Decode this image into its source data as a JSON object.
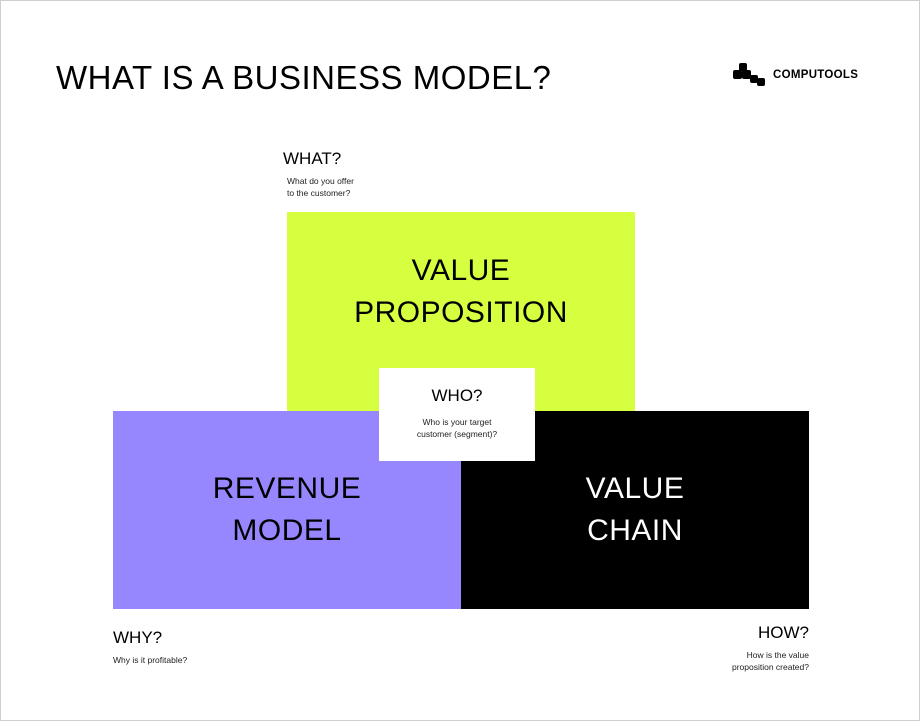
{
  "title": "WHAT IS A BUSINESS MODEL?",
  "logo": {
    "text": "COMPUTOOLS",
    "icon": "computools-logo-icon"
  },
  "colors": {
    "value_proposition": "#d5ff3f",
    "revenue_model": "#9687ff",
    "value_chain": "#000000"
  },
  "blocks": {
    "value_proposition": {
      "line1": "VALUE",
      "line2": "PROPOSITION"
    },
    "revenue_model": {
      "line1": "REVENUE",
      "line2": "MODEL"
    },
    "value_chain": {
      "line1": "VALUE",
      "line2": "CHAIN"
    }
  },
  "questions": {
    "what": {
      "label": "WHAT?",
      "line1": "What do you offer",
      "line2": "to the customer?"
    },
    "who": {
      "label": "WHO?",
      "line1": "Who is your target",
      "line2": "customer (segment)?"
    },
    "why": {
      "label": "WHY?",
      "line1": "Why is it profitable?"
    },
    "how": {
      "label": "HOW?",
      "line1": "How is the value",
      "line2": "proposition created?"
    }
  }
}
